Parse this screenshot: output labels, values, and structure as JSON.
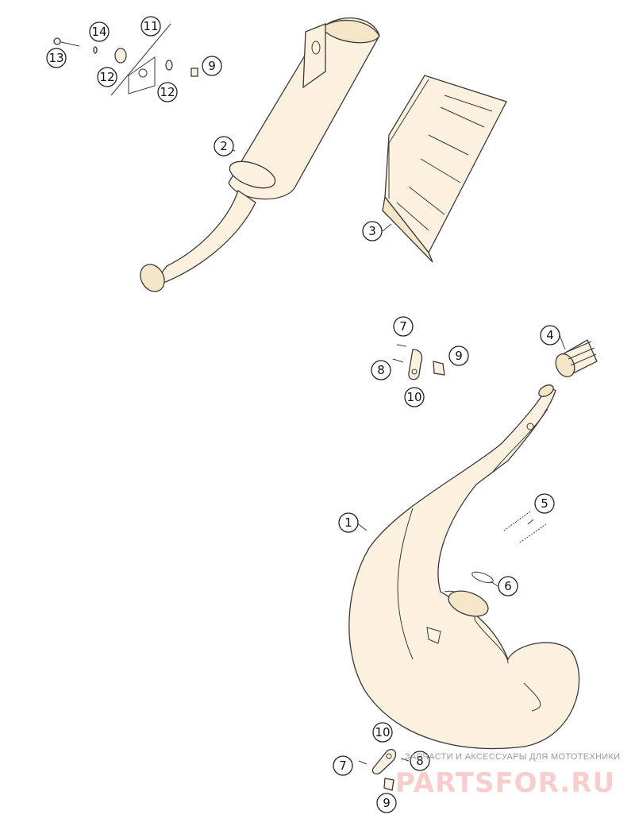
{
  "callouts": [
    {
      "id": "c1",
      "label": "1"
    },
    {
      "id": "c2",
      "label": "2"
    },
    {
      "id": "c3",
      "label": "3"
    },
    {
      "id": "c4",
      "label": "4"
    },
    {
      "id": "c5",
      "label": "5"
    },
    {
      "id": "c6",
      "label": "6"
    },
    {
      "id": "c7a",
      "label": "7"
    },
    {
      "id": "c7b",
      "label": "7"
    },
    {
      "id": "c8a",
      "label": "8"
    },
    {
      "id": "c8b",
      "label": "8"
    },
    {
      "id": "c9a",
      "label": "9"
    },
    {
      "id": "c9b",
      "label": "9"
    },
    {
      "id": "c9c",
      "label": "9"
    },
    {
      "id": "c10a",
      "label": "10"
    },
    {
      "id": "c10b",
      "label": "10"
    },
    {
      "id": "c11",
      "label": "11"
    },
    {
      "id": "c12a",
      "label": "12"
    },
    {
      "id": "c12b",
      "label": "12"
    },
    {
      "id": "c13",
      "label": "13"
    },
    {
      "id": "c14",
      "label": "14"
    }
  ],
  "watermark": {
    "tagline": "ЗАПЧАСТИ И АКСЕССУАРЫ ДЛЯ МОТОТЕХНИКИ",
    "logo": "PARTSFOR.RU"
  },
  "colors": {
    "part_fill": "#fbf1de",
    "outline": "#3a3a3a",
    "watermark": "#f2a6a6"
  }
}
